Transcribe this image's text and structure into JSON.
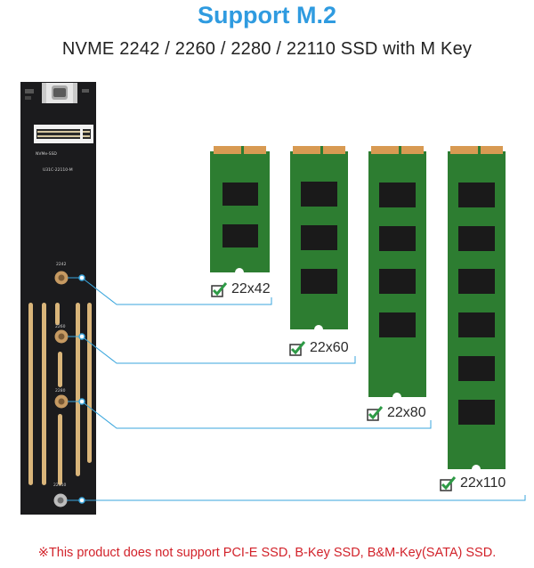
{
  "header": {
    "title": "Support M.2",
    "subtitle": "NVME 2242 / 2260 / 2280 / 22110 SSD with M Key"
  },
  "board": {
    "top_label": "NVMe-SSD",
    "model_label": "U31C-22110-M",
    "hole_labels": [
      "2242",
      "2260",
      "2280",
      "22110"
    ]
  },
  "ssds": [
    {
      "label": "22x42"
    },
    {
      "label": "22x60"
    },
    {
      "label": "22x80"
    },
    {
      "label": "22x110"
    }
  ],
  "footnote": "※This product does not support PCI-E SSD, B-Key SSD, B&M-Key(SATA) SSD.",
  "colors": {
    "title": "#2f9be0",
    "pcb": "#1b1b1d",
    "ssd_pcb": "#2d7d31",
    "gold": "#d89a52",
    "chip": "#1a1a1a",
    "leader": "#3aa6dd",
    "check": "#2e9a46",
    "warning": "#d2222a"
  }
}
